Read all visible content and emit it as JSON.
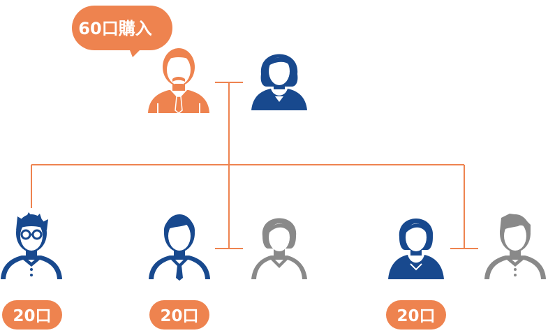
{
  "colors": {
    "orange": "#ee834f",
    "blue": "#18498e",
    "gray": "#898989",
    "line": "#ee834f"
  },
  "callout": {
    "text": "60口購入"
  },
  "people": [
    {
      "id": "father",
      "role": "grandfather-buyer",
      "icon": "man-with-beard-icon",
      "color": "orange"
    },
    {
      "id": "mother",
      "role": "grandmother",
      "icon": "woman-icon",
      "color": "blue"
    },
    {
      "id": "child1",
      "role": "child-with-glasses",
      "icon": "man-with-glasses-icon",
      "color": "blue"
    },
    {
      "id": "child2",
      "role": "child-in-suit",
      "icon": "man-in-suit-icon",
      "color": "blue"
    },
    {
      "id": "spouse2",
      "role": "child-spouse",
      "icon": "woman-icon",
      "color": "gray"
    },
    {
      "id": "child3",
      "role": "daughter",
      "icon": "woman-icon",
      "color": "blue"
    },
    {
      "id": "spouse3",
      "role": "daughter-spouse",
      "icon": "man-icon",
      "color": "gray"
    }
  ],
  "allocations": [
    {
      "text": "20口"
    },
    {
      "text": "20口"
    },
    {
      "text": "20口"
    }
  ]
}
